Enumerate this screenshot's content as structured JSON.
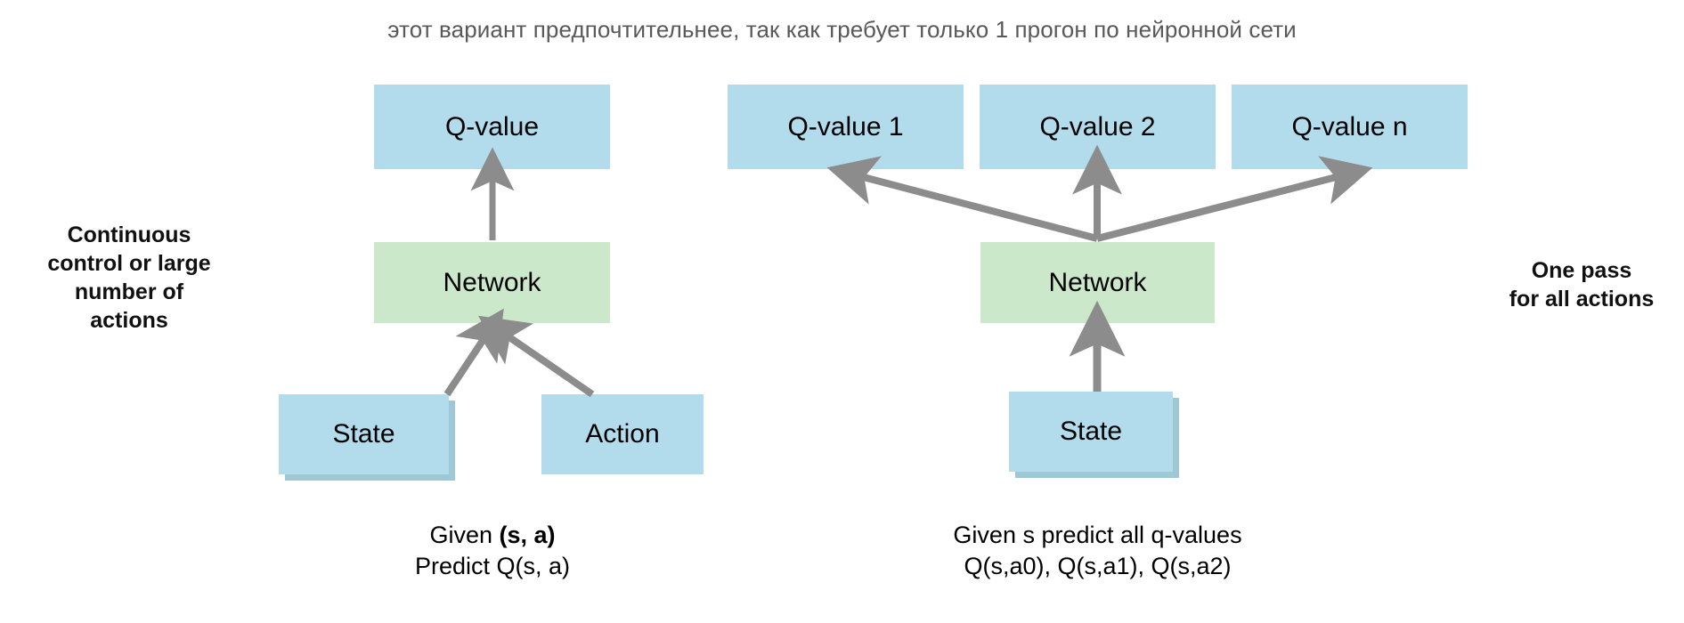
{
  "title": "этот вариант предпочтительнее, так как требует только 1 прогон по нейронной сети",
  "colors": {
    "blue_box": "#b2dcec",
    "green_box": "#cbe9ca",
    "box_shadow": "#9fc8d6",
    "arrow": "#8c8c8c",
    "title_text": "#595959",
    "body_text": "#000000",
    "background": "#ffffff"
  },
  "left_diagram": {
    "side_note": {
      "lines": [
        "Continuous",
        "control or large",
        "number of",
        "actions"
      ]
    },
    "nodes": {
      "q_value": "Q-value",
      "network": "Network",
      "state": "State",
      "action": "Action"
    },
    "caption": {
      "line1_prefix": "Given ",
      "line1_bold": "(s, a)",
      "line2": "Predict Q(s, a)"
    }
  },
  "right_diagram": {
    "side_note": {
      "lines": [
        "One pass",
        "for all actions"
      ]
    },
    "nodes": {
      "q_value_1": "Q-value 1",
      "q_value_2": "Q-value 2",
      "q_value_n": "Q-value n",
      "network": "Network",
      "state": "State"
    },
    "caption": {
      "line1": "Given s predict all q-values",
      "line2": "Q(s,a0), Q(s,a1), Q(s,a2)"
    }
  }
}
